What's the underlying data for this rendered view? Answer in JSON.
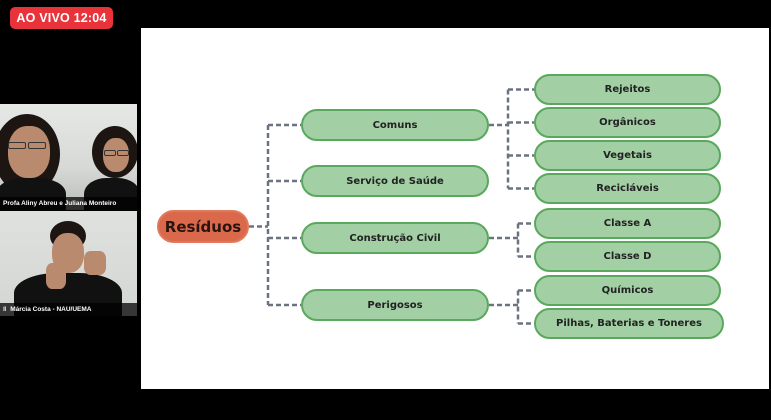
{
  "live_badge": {
    "label": "AO VIVO 12:04",
    "color": "#e8333a"
  },
  "participants": [
    {
      "name": "Profa Aliny Abreu e Juliana Monteiro"
    },
    {
      "name": "Márcia Costa - NAU/UEMA",
      "icon": "mic-icon"
    }
  ],
  "mindmap": {
    "root": {
      "label": "Resíduos",
      "color": "#d9694a"
    },
    "node_color": "#a3cfa5",
    "node_border": "#5aa85e",
    "connector_color": "#6b7280",
    "categories": [
      {
        "label": "Comuns",
        "children": [
          "Rejeitos",
          "Orgânicos",
          "Vegetais",
          "Recicláveis"
        ]
      },
      {
        "label": "Serviço de Saúde",
        "children": []
      },
      {
        "label": "Construção Civil",
        "children": [
          "Classe A",
          "Classe D"
        ]
      },
      {
        "label": "Perigosos",
        "children": [
          "Químicos",
          "Pilhas, Baterias e Toneres"
        ]
      }
    ]
  }
}
